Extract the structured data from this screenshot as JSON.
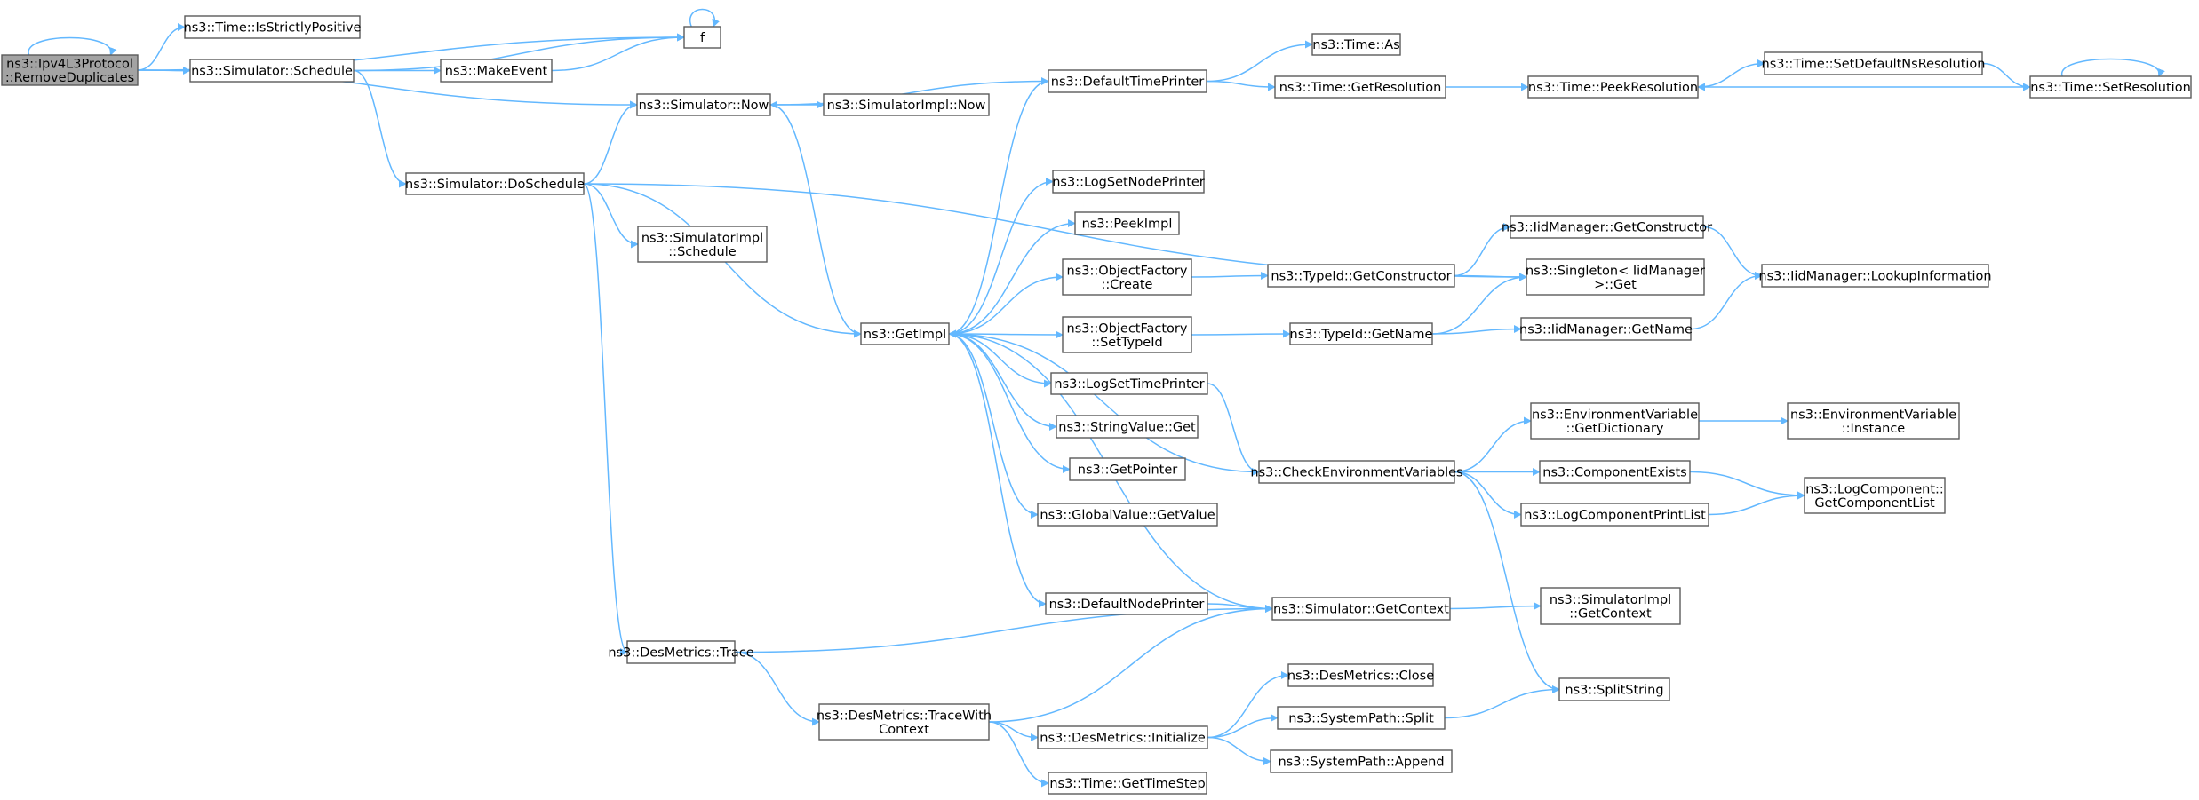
{
  "graph": {
    "edge_color": "#63b8ff",
    "node_border_color": "#5a5a5a",
    "root_fill_color": "#a3a3a3",
    "nodes": [
      {
        "id": "root",
        "lines": [
          "ns3::Ipv4L3Protocol",
          "::RemoveDuplicates"
        ],
        "root": true
      },
      {
        "id": "isStrictlyPositive",
        "lines": [
          "ns3::Time::IsStrictlyPositive"
        ]
      },
      {
        "id": "f",
        "lines": [
          "f"
        ]
      },
      {
        "id": "schedule",
        "lines": [
          "ns3::Simulator::Schedule"
        ]
      },
      {
        "id": "makeEvent",
        "lines": [
          "ns3::MakeEvent"
        ]
      },
      {
        "id": "now",
        "lines": [
          "ns3::Simulator::Now"
        ]
      },
      {
        "id": "simImplNow",
        "lines": [
          "ns3::SimulatorImpl::Now"
        ]
      },
      {
        "id": "defaultTimePrinter",
        "lines": [
          "ns3::DefaultTimePrinter"
        ]
      },
      {
        "id": "timeAs",
        "lines": [
          "ns3::Time::As"
        ]
      },
      {
        "id": "getResolution",
        "lines": [
          "ns3::Time::GetResolution"
        ]
      },
      {
        "id": "peekResolution",
        "lines": [
          "ns3::Time::PeekResolution"
        ]
      },
      {
        "id": "setDefaultNs",
        "lines": [
          "ns3::Time::SetDefaultNsResolution"
        ]
      },
      {
        "id": "setResolution",
        "lines": [
          "ns3::Time::SetResolution"
        ]
      },
      {
        "id": "doSchedule",
        "lines": [
          "ns3::Simulator::DoSchedule"
        ]
      },
      {
        "id": "simImplSchedule",
        "lines": [
          "ns3::SimulatorImpl",
          "::Schedule"
        ]
      },
      {
        "id": "getImpl",
        "lines": [
          "ns3::GetImpl"
        ]
      },
      {
        "id": "logSetNodePrinter",
        "lines": [
          "ns3::LogSetNodePrinter"
        ]
      },
      {
        "id": "peekImpl",
        "lines": [
          "ns3::PeekImpl"
        ]
      },
      {
        "id": "objFactoryCreate",
        "lines": [
          "ns3::ObjectFactory",
          "::Create"
        ]
      },
      {
        "id": "objFactorySetTypeId",
        "lines": [
          "ns3::ObjectFactory",
          "::SetTypeId"
        ]
      },
      {
        "id": "logSetTimePrinter",
        "lines": [
          "ns3::LogSetTimePrinter"
        ]
      },
      {
        "id": "stringValueGet",
        "lines": [
          "ns3::StringValue::Get"
        ]
      },
      {
        "id": "getPointer",
        "lines": [
          "ns3::GetPointer"
        ]
      },
      {
        "id": "globalValueGetValue",
        "lines": [
          "ns3::GlobalValue::GetValue"
        ]
      },
      {
        "id": "defaultNodePrinter",
        "lines": [
          "ns3::DefaultNodePrinter"
        ]
      },
      {
        "id": "typeIdGetConstructor",
        "lines": [
          "ns3::TypeId::GetConstructor"
        ]
      },
      {
        "id": "typeIdGetName",
        "lines": [
          "ns3::TypeId::GetName"
        ]
      },
      {
        "id": "iidGetConstructor",
        "lines": [
          "ns3::IidManager::GetConstructor"
        ]
      },
      {
        "id": "singletonGet",
        "lines": [
          "ns3::Singleton< IidManager",
          " >::Get"
        ]
      },
      {
        "id": "iidGetName",
        "lines": [
          "ns3::IidManager::GetName"
        ]
      },
      {
        "id": "iidLookup",
        "lines": [
          "ns3::IidManager::LookupInformation"
        ]
      },
      {
        "id": "checkEnvVars",
        "lines": [
          "ns3::CheckEnvironmentVariables"
        ]
      },
      {
        "id": "envGetDictionary",
        "lines": [
          "ns3::EnvironmentVariable",
          "::GetDictionary"
        ]
      },
      {
        "id": "envInstance",
        "lines": [
          "ns3::EnvironmentVariable",
          "::Instance"
        ]
      },
      {
        "id": "componentExists",
        "lines": [
          "ns3::ComponentExists"
        ]
      },
      {
        "id": "logComponentPrintList",
        "lines": [
          "ns3::LogComponentPrintList"
        ]
      },
      {
        "id": "logGetComponentList",
        "lines": [
          "ns3::LogComponent::",
          "GetComponentList"
        ]
      },
      {
        "id": "simGetContext",
        "lines": [
          "ns3::Simulator::GetContext"
        ]
      },
      {
        "id": "simImplGetContext",
        "lines": [
          "ns3::SimulatorImpl",
          "::GetContext"
        ]
      },
      {
        "id": "desTrace",
        "lines": [
          "ns3::DesMetrics::Trace"
        ]
      },
      {
        "id": "desTraceWithContext",
        "lines": [
          "ns3::DesMetrics::TraceWith",
          "Context"
        ]
      },
      {
        "id": "desInitialize",
        "lines": [
          "ns3::DesMetrics::Initialize"
        ]
      },
      {
        "id": "desClose",
        "lines": [
          "ns3::DesMetrics::Close"
        ]
      },
      {
        "id": "systemPathSplit",
        "lines": [
          "ns3::SystemPath::Split"
        ]
      },
      {
        "id": "systemPathAppend",
        "lines": [
          "ns3::SystemPath::Append"
        ]
      },
      {
        "id": "splitString",
        "lines": [
          "ns3::SplitString"
        ]
      },
      {
        "id": "getTimeStep",
        "lines": [
          "ns3::Time::GetTimeStep"
        ]
      }
    ],
    "edges": [
      [
        "root",
        "root"
      ],
      [
        "root",
        "isStrictlyPositive"
      ],
      [
        "root",
        "f"
      ],
      [
        "root",
        "schedule"
      ],
      [
        "root",
        "now"
      ],
      [
        "f",
        "f"
      ],
      [
        "schedule",
        "f"
      ],
      [
        "schedule",
        "makeEvent"
      ],
      [
        "schedule",
        "doSchedule"
      ],
      [
        "makeEvent",
        "f"
      ],
      [
        "now",
        "simImplNow"
      ],
      [
        "now",
        "getImpl"
      ],
      [
        "defaultTimePrinter",
        "now"
      ],
      [
        "defaultTimePrinter",
        "timeAs"
      ],
      [
        "defaultTimePrinter",
        "getResolution"
      ],
      [
        "getResolution",
        "peekResolution"
      ],
      [
        "peekResolution",
        "setDefaultNs"
      ],
      [
        "setDefaultNs",
        "setResolution"
      ],
      [
        "setResolution",
        "peekResolution"
      ],
      [
        "setResolution",
        "setResolution"
      ],
      [
        "doSchedule",
        "now"
      ],
      [
        "doSchedule",
        "simImplSchedule"
      ],
      [
        "doSchedule",
        "getImpl"
      ],
      [
        "doSchedule",
        "singletonGet"
      ],
      [
        "doSchedule",
        "desTrace"
      ],
      [
        "getImpl",
        "defaultTimePrinter"
      ],
      [
        "getImpl",
        "logSetNodePrinter"
      ],
      [
        "getImpl",
        "peekImpl"
      ],
      [
        "getImpl",
        "objFactoryCreate"
      ],
      [
        "getImpl",
        "objFactorySetTypeId"
      ],
      [
        "getImpl",
        "logSetTimePrinter"
      ],
      [
        "getImpl",
        "stringValueGet"
      ],
      [
        "getImpl",
        "getPointer"
      ],
      [
        "getImpl",
        "globalValueGetValue"
      ],
      [
        "getImpl",
        "defaultNodePrinter"
      ],
      [
        "checkEnvVars",
        "getImpl"
      ],
      [
        "simGetContext",
        "getImpl"
      ],
      [
        "objFactoryCreate",
        "typeIdGetConstructor"
      ],
      [
        "objFactorySetTypeId",
        "typeIdGetName"
      ],
      [
        "typeIdGetConstructor",
        "iidGetConstructor"
      ],
      [
        "typeIdGetConstructor",
        "singletonGet"
      ],
      [
        "typeIdGetName",
        "singletonGet"
      ],
      [
        "typeIdGetName",
        "iidGetName"
      ],
      [
        "iidGetConstructor",
        "iidLookup"
      ],
      [
        "iidGetName",
        "iidLookup"
      ],
      [
        "logSetTimePrinter",
        "checkEnvVars"
      ],
      [
        "checkEnvVars",
        "envGetDictionary"
      ],
      [
        "checkEnvVars",
        "componentExists"
      ],
      [
        "checkEnvVars",
        "logComponentPrintList"
      ],
      [
        "checkEnvVars",
        "splitString"
      ],
      [
        "envGetDictionary",
        "envInstance"
      ],
      [
        "componentExists",
        "logGetComponentList"
      ],
      [
        "logComponentPrintList",
        "logGetComponentList"
      ],
      [
        "defaultNodePrinter",
        "simGetContext"
      ],
      [
        "simGetContext",
        "simImplGetContext"
      ],
      [
        "desTrace",
        "simGetContext"
      ],
      [
        "desTrace",
        "desTraceWithContext"
      ],
      [
        "desTraceWithContext",
        "simGetContext"
      ],
      [
        "desTraceWithContext",
        "desInitialize"
      ],
      [
        "desTraceWithContext",
        "getTimeStep"
      ],
      [
        "desInitialize",
        "desClose"
      ],
      [
        "desInitialize",
        "systemPathSplit"
      ],
      [
        "desInitialize",
        "systemPathAppend"
      ],
      [
        "systemPathSplit",
        "splitString"
      ]
    ]
  }
}
